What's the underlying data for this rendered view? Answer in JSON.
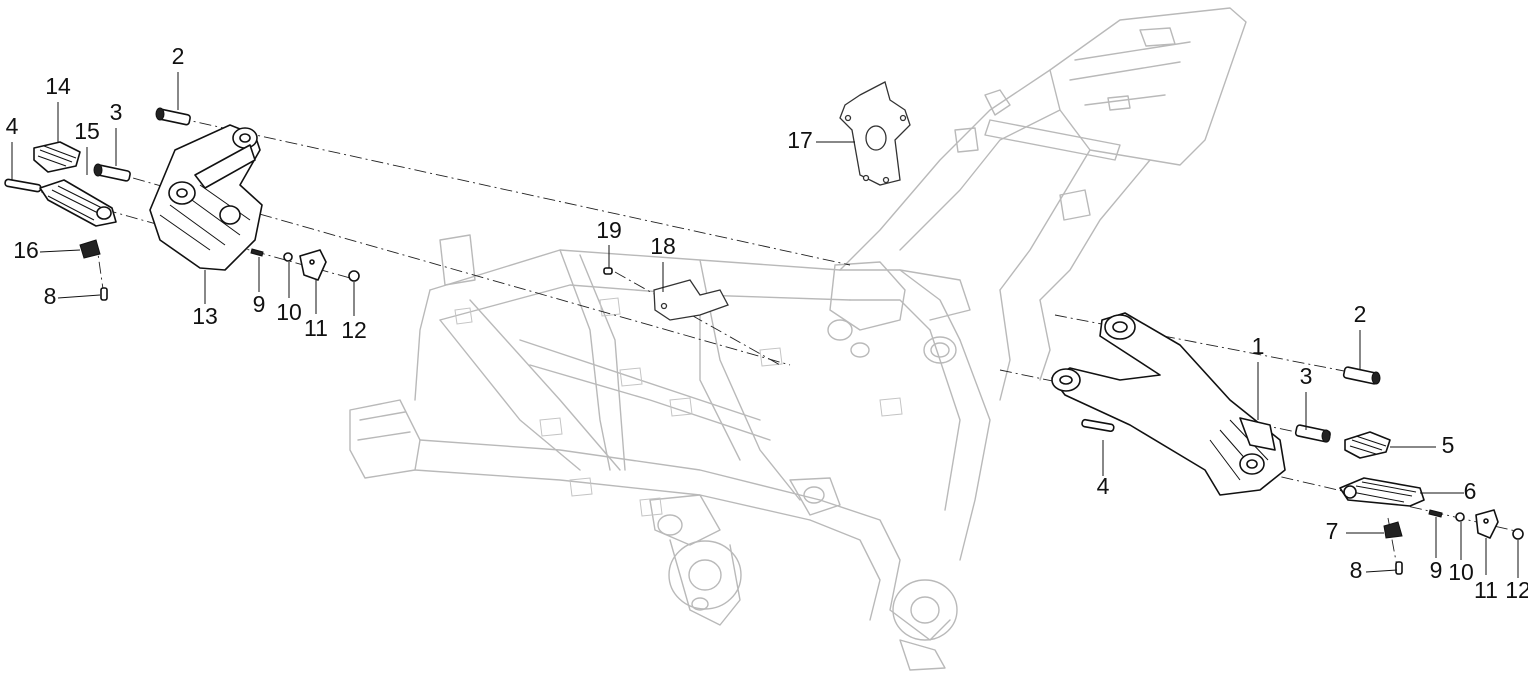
{
  "callouts": [
    {
      "label": "1"
    },
    {
      "label": "2"
    },
    {
      "label": "2"
    },
    {
      "label": "3"
    },
    {
      "label": "3"
    },
    {
      "label": "4"
    },
    {
      "label": "4"
    },
    {
      "label": "5"
    },
    {
      "label": "6"
    },
    {
      "label": "7"
    },
    {
      "label": "8"
    },
    {
      "label": "8"
    },
    {
      "label": "9"
    },
    {
      "label": "9"
    },
    {
      "label": "10"
    },
    {
      "label": "10"
    },
    {
      "label": "11"
    },
    {
      "label": "11"
    },
    {
      "label": "12"
    },
    {
      "label": "12"
    },
    {
      "label": "13"
    },
    {
      "label": "14"
    },
    {
      "label": "15"
    },
    {
      "label": "16"
    },
    {
      "label": "17"
    },
    {
      "label": "18"
    },
    {
      "label": "19"
    }
  ]
}
